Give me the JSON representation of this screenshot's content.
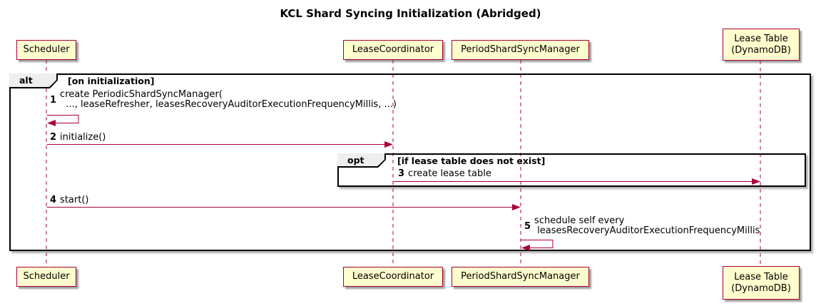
{
  "title": "KCL Shard Syncing Initialization (Abridged)",
  "colors": {
    "participant_fill": "#FEFECE",
    "participant_border": "#A80036",
    "lifeline": "#A80036",
    "arrow": "#A80036",
    "frame_border": "#000000",
    "frame_label_fill": "#EEEEEE",
    "text": "#000000",
    "background": "#FFFFFF"
  },
  "participants": [
    {
      "label": "Scheduler"
    },
    {
      "label": "LeaseCoordinator"
    },
    {
      "label": "PeriodShardSyncManager"
    },
    {
      "label": "Lease Table\n(DynamoDB)"
    }
  ],
  "frames": {
    "alt": {
      "operator": "alt",
      "guard": "[on initialization]"
    },
    "opt": {
      "operator": "opt",
      "guard": "[if lease table does not exist]"
    }
  },
  "messages": [
    {
      "number": "1",
      "text": "create PeriodicShardSyncManager(\n  ..., leaseRefresher, leasesRecoveryAuditorExecutionFrequencyMillis, ...)",
      "from": "Scheduler",
      "to": "Scheduler",
      "kind": "self"
    },
    {
      "number": "2",
      "text": "initialize()",
      "from": "Scheduler",
      "to": "LeaseCoordinator",
      "kind": "sync"
    },
    {
      "number": "3",
      "text": "create lease table",
      "from": "LeaseCoordinator",
      "to": "Lease Table (DynamoDB)",
      "kind": "sync"
    },
    {
      "number": "4",
      "text": "start()",
      "from": "Scheduler",
      "to": "PeriodShardSyncManager",
      "kind": "sync"
    },
    {
      "number": "5",
      "text": "schedule self every\n leasesRecoveryAuditorExecutionFrequencyMillis",
      "from": "PeriodShardSyncManager",
      "to": "PeriodShardSyncManager",
      "kind": "self"
    }
  ]
}
